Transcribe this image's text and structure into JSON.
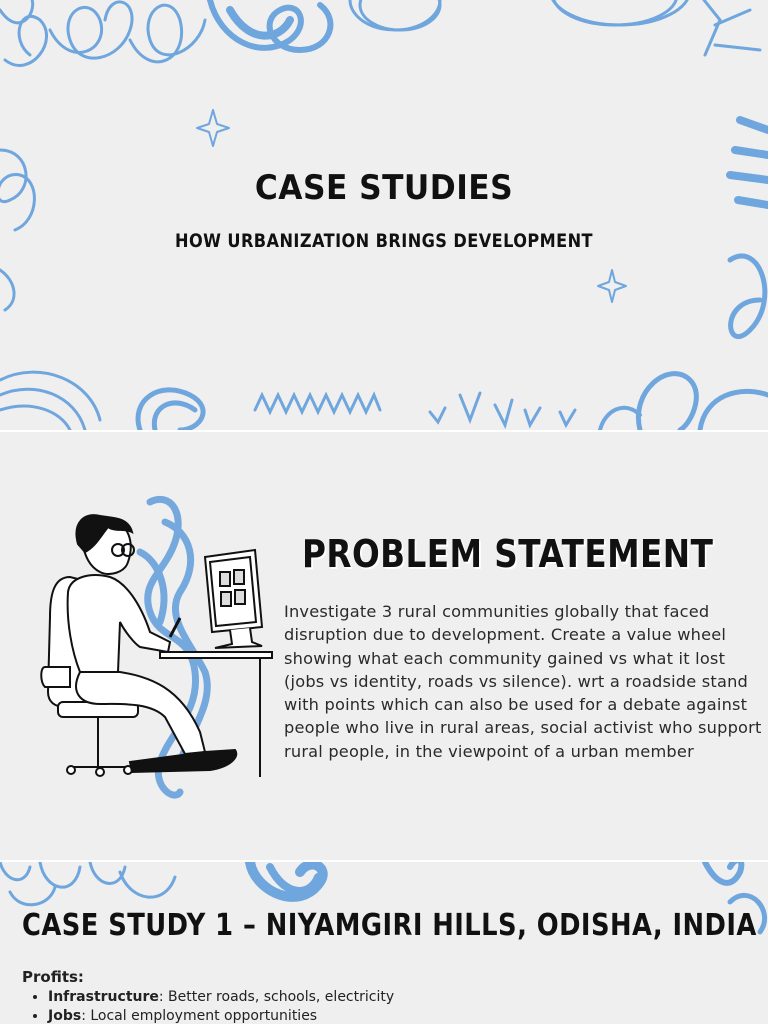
{
  "slide1": {
    "title": "CASE STUDIES",
    "subtitle": "HOW URBANIZATION BRINGS DEVELOPMENT"
  },
  "slide2": {
    "title": "PROBLEM STATEMENT",
    "body": "Investigate 3 rural communities globally that faced disruption due to development. Create a value wheel showing what each community gained vs what it lost (jobs vs identity, roads vs silence). wrt a roadside stand with points which can also be used for a debate against people who live in rural areas, social activist who support rural people, in the viewpoint of a urban member"
  },
  "slide3": {
    "title": "CASE STUDY 1 – NIYAMGIRI HILLS, ODISHA, INDIA",
    "profits_label": "Profits:",
    "profits": [
      {
        "term": "Infrastructure",
        "desc": ": Better roads, schools, electricity"
      },
      {
        "term": "Jobs",
        "desc": ": Local employment opportunities"
      }
    ]
  },
  "colors": {
    "background": "#efefef",
    "accent_blue": "#6fa6de",
    "text": "#111111"
  }
}
